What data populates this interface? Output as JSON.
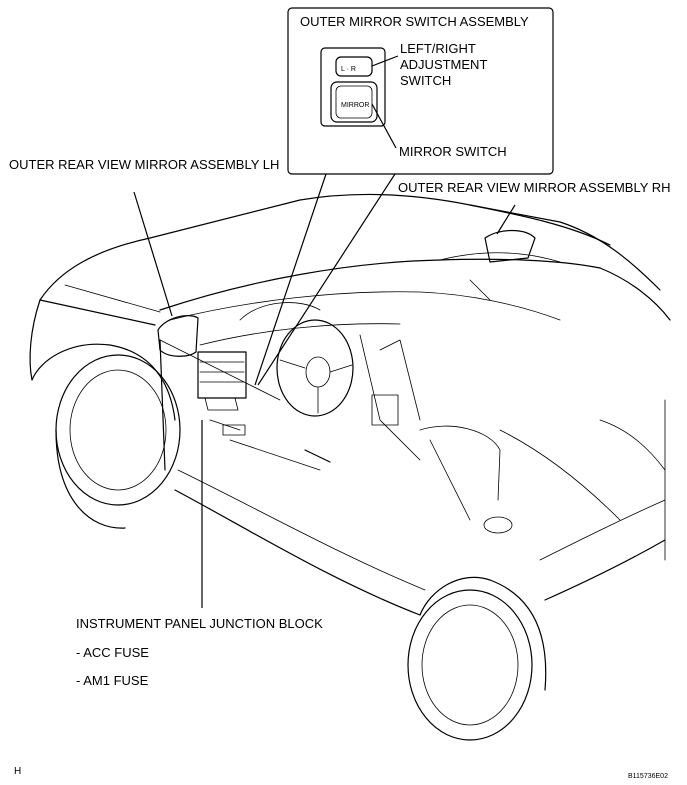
{
  "inset": {
    "title": "OUTER MIRROR SWITCH ASSEMBLY",
    "switch_top_text": "L · R",
    "switch_center_text": "MIRROR",
    "label_adjust_1": "LEFT/RIGHT",
    "label_adjust_2": "ADJUSTMENT",
    "label_adjust_3": "SWITCH",
    "label_mirror_switch": "MIRROR SWITCH"
  },
  "labels": {
    "mirror_lh": "OUTER REAR VIEW MIRROR ASSEMBLY LH",
    "mirror_rh": "OUTER REAR VIEW MIRROR ASSEMBLY RH",
    "junction_block": "INSTRUMENT PANEL JUNCTION BLOCK",
    "acc_fuse": "- ACC FUSE",
    "am1_fuse": "- AM1 FUSE"
  },
  "footer": {
    "left_mark": "H",
    "figure_code": "B115736E02"
  }
}
